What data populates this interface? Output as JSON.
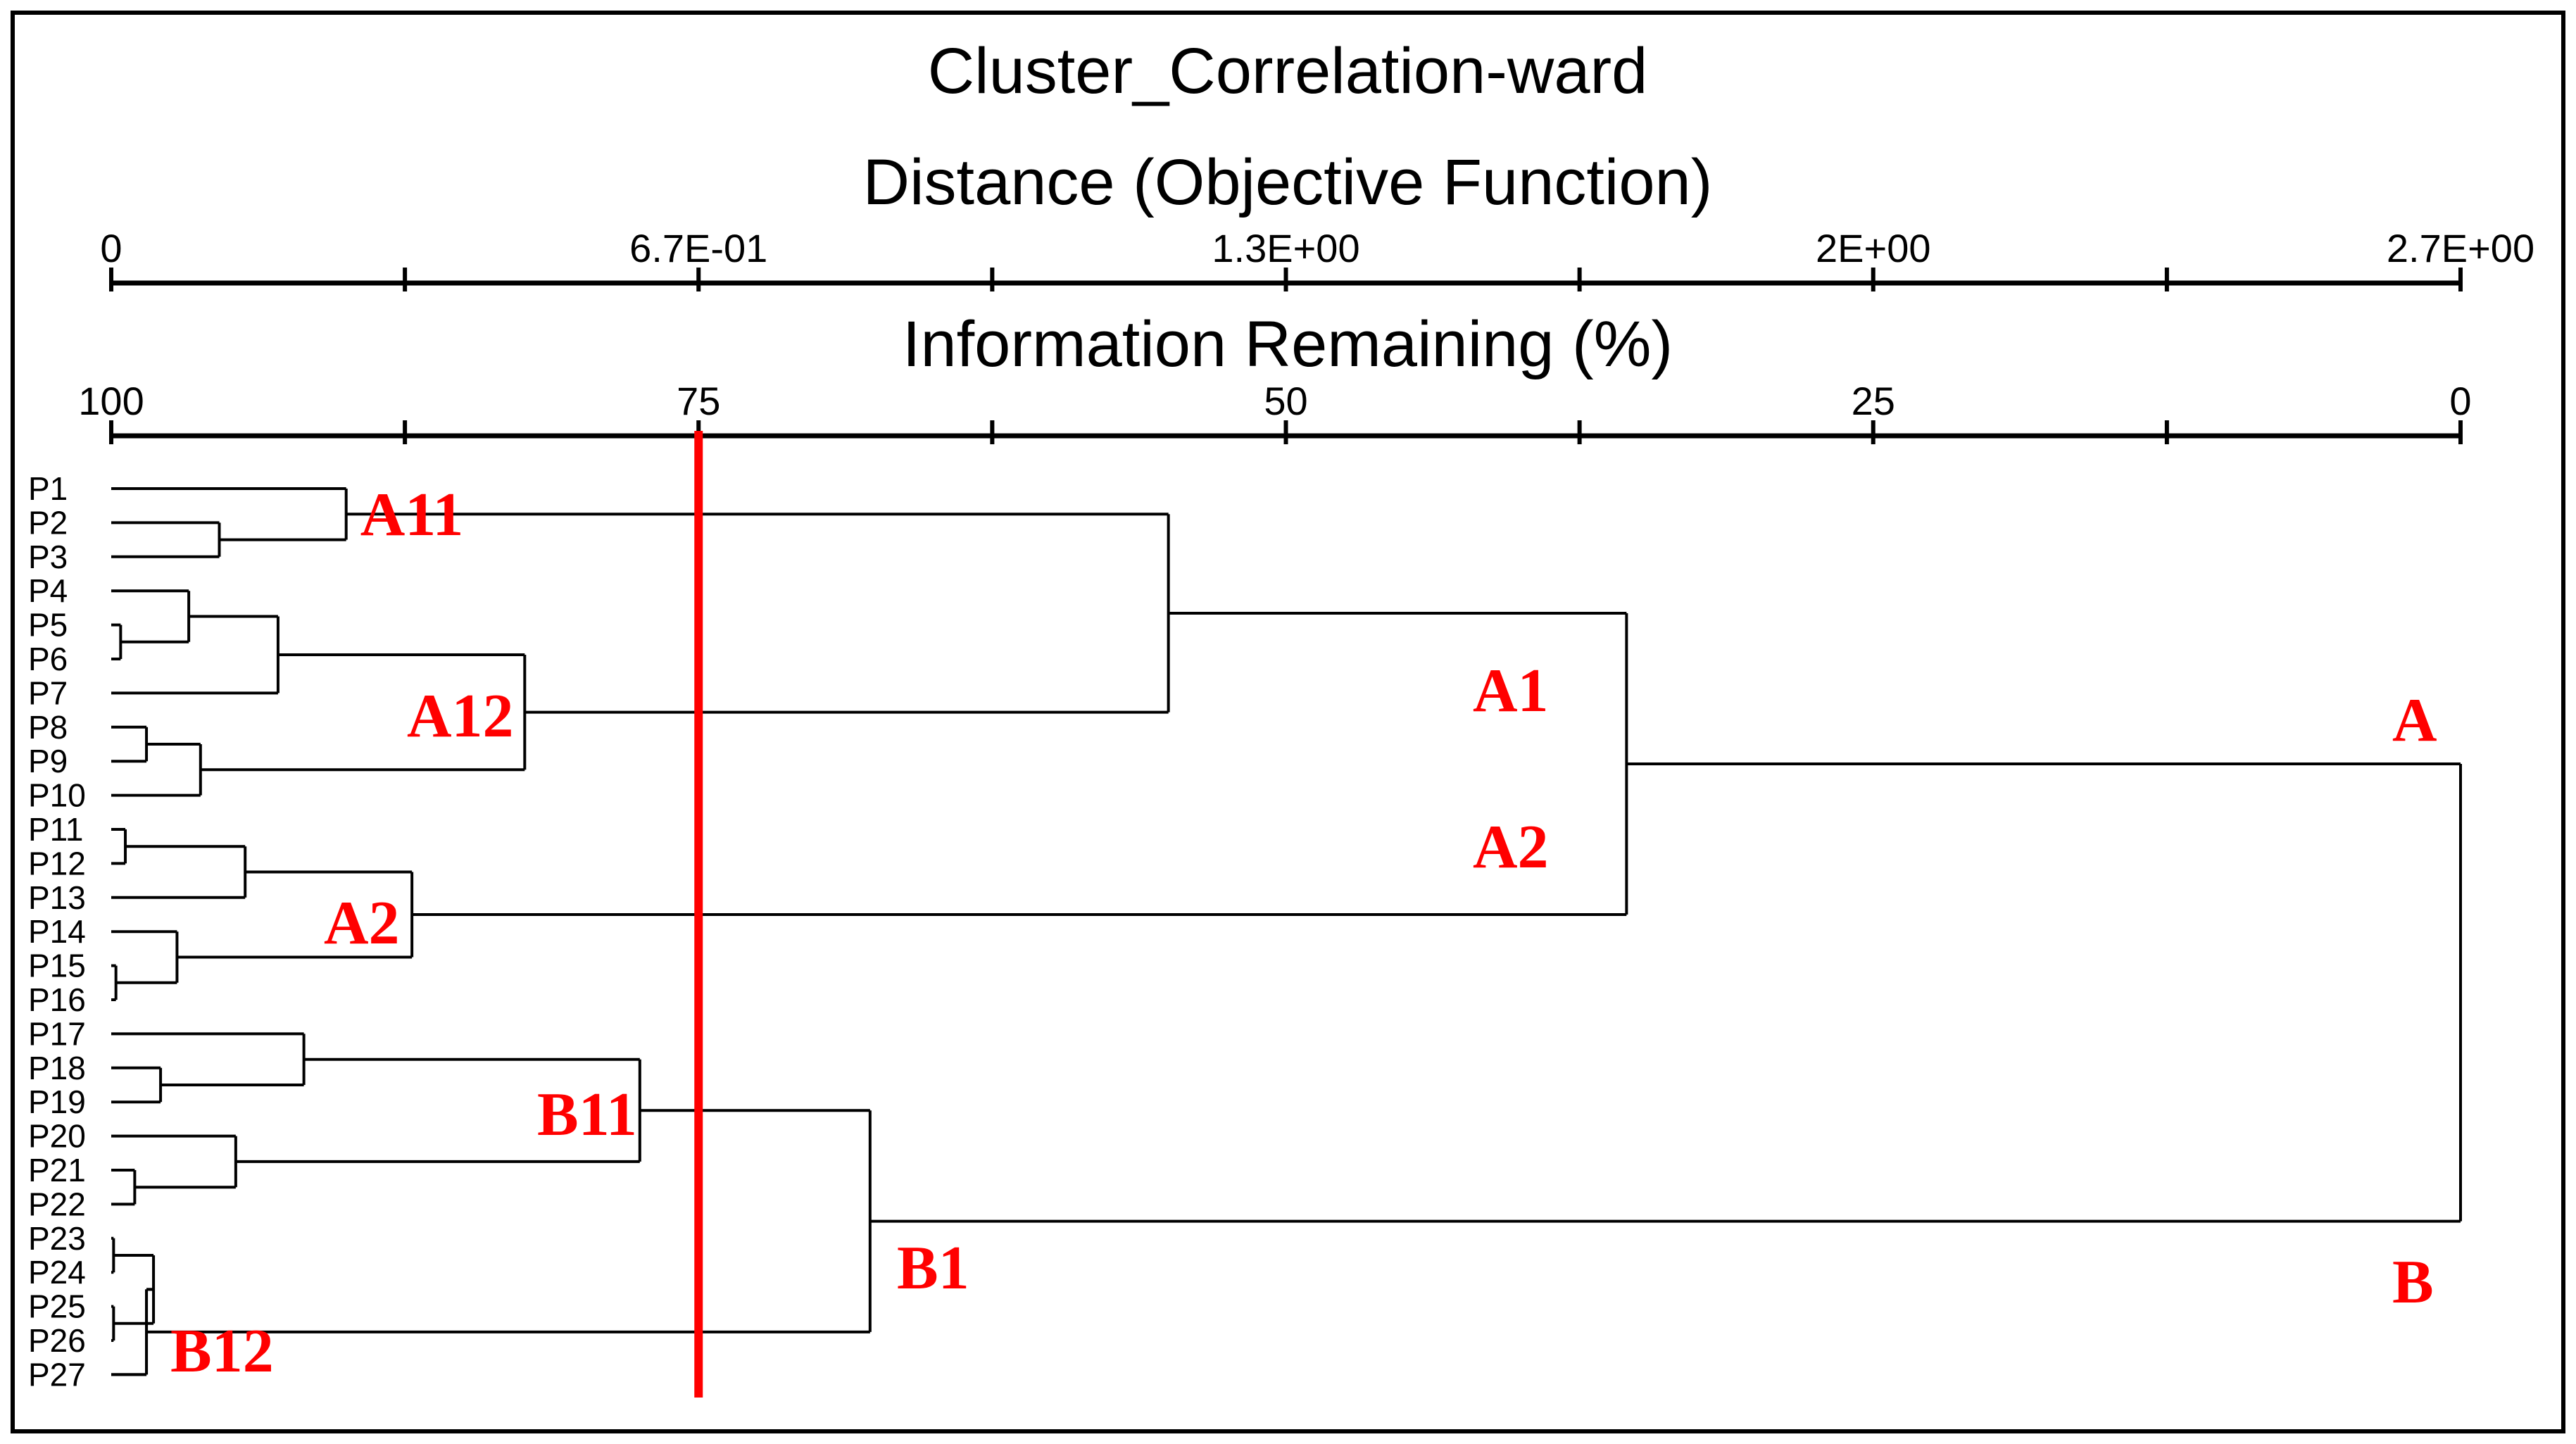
{
  "title": "Cluster_Correlation-ward",
  "distance_axis": {
    "title": "Distance (Objective Function)",
    "tick_labels": [
      {
        "pos": 100,
        "label": "0"
      },
      {
        "pos": 75,
        "label": "6.7E-01"
      },
      {
        "pos": 50,
        "label": "1.3E+00"
      },
      {
        "pos": 25,
        "label": "2E+00"
      },
      {
        "pos": 0,
        "label": "2.7E+00"
      }
    ],
    "ticks": [
      100,
      87.5,
      75,
      62.5,
      50,
      37.5,
      25,
      12.5,
      0
    ]
  },
  "info_axis": {
    "title": "Information Remaining (%)",
    "tick_labels": [
      {
        "pos": 100,
        "label": "100"
      },
      {
        "pos": 75,
        "label": "75"
      },
      {
        "pos": 50,
        "label": "50"
      },
      {
        "pos": 25,
        "label": "25"
      },
      {
        "pos": 0,
        "label": "0"
      }
    ],
    "ticks": [
      100,
      87.5,
      75,
      62.5,
      50,
      37.5,
      25,
      12.5,
      0
    ]
  },
  "leaves": [
    "P1",
    "P2",
    "P3",
    "P4",
    "P5",
    "P6",
    "P7",
    "P8",
    "P9",
    "P10",
    "P11",
    "P12",
    "P13",
    "P14",
    "P15",
    "P16",
    "P17",
    "P18",
    "P19",
    "P20",
    "P21",
    "P22",
    "P23",
    "P24",
    "P25",
    "P26",
    "P27"
  ],
  "merges": [
    {
      "id": "P2_P3",
      "children": [
        "P2",
        "P3"
      ],
      "info": 95.4
    },
    {
      "id": "A11",
      "children": [
        "P1",
        "P2_P3"
      ],
      "info": 90.0
    },
    {
      "id": "P5_P6",
      "children": [
        "P5",
        "P6"
      ],
      "info": 99.6
    },
    {
      "id": "P4_P56",
      "children": [
        "P4",
        "P5_P6"
      ],
      "info": 96.7
    },
    {
      "id": "P4_P7",
      "children": [
        "P4_P56",
        "P7"
      ],
      "info": 92.9
    },
    {
      "id": "P8_P9",
      "children": [
        "P8",
        "P9"
      ],
      "info": 98.5
    },
    {
      "id": "P8_P10",
      "children": [
        "P8_P9",
        "P10"
      ],
      "info": 96.2
    },
    {
      "id": "A12",
      "children": [
        "P4_P7",
        "P8_P10"
      ],
      "info": 82.4
    },
    {
      "id": "A1",
      "children": [
        "A11",
        "A12"
      ],
      "info": 55.0
    },
    {
      "id": "P11_P12",
      "children": [
        "P11",
        "P12"
      ],
      "info": 99.4
    },
    {
      "id": "P11_P13",
      "children": [
        "P11_P12",
        "P13"
      ],
      "info": 94.3
    },
    {
      "id": "P15_P16",
      "children": [
        "P15",
        "P16"
      ],
      "info": 99.8
    },
    {
      "id": "P14_P16",
      "children": [
        "P14",
        "P15_P16"
      ],
      "info": 97.2
    },
    {
      "id": "A2",
      "children": [
        "P11_P13",
        "P14_P16"
      ],
      "info": 87.2
    },
    {
      "id": "A",
      "children": [
        "A1",
        "A2"
      ],
      "info": 35.5
    },
    {
      "id": "P18_P19",
      "children": [
        "P18",
        "P19"
      ],
      "info": 97.9
    },
    {
      "id": "P17_P19",
      "children": [
        "P17",
        "P18_P19"
      ],
      "info": 91.8
    },
    {
      "id": "P21_P22",
      "children": [
        "P21",
        "P22"
      ],
      "info": 99.0
    },
    {
      "id": "P20_P22",
      "children": [
        "P20",
        "P21_P22"
      ],
      "info": 94.7
    },
    {
      "id": "B11",
      "children": [
        "P17_P19",
        "P20_P22"
      ],
      "info": 77.5
    },
    {
      "id": "P23_P24",
      "children": [
        "P23",
        "P24"
      ],
      "info": 99.9
    },
    {
      "id": "P25_P26",
      "children": [
        "P25",
        "P26"
      ],
      "info": 99.9
    },
    {
      "id": "P23_P26",
      "children": [
        "P23_P24",
        "P25_P26"
      ],
      "info": 98.2
    },
    {
      "id": "P23_P27",
      "children": [
        "P23_P26",
        "P27"
      ],
      "info": 98.5
    },
    {
      "id": "B12",
      "children": [
        "P23_P26",
        "P27"
      ],
      "info": 98.5
    },
    {
      "id": "B1",
      "children": [
        "B11",
        "B12"
      ],
      "info": 67.7
    },
    {
      "id": "root",
      "children": [
        "A",
        "B1"
      ],
      "info": 0.0
    }
  ],
  "cut_line": {
    "info": 75,
    "color": "#ff0000"
  },
  "cluster_labels": [
    {
      "text": "A11",
      "anchor": "A11",
      "color": "#ff0000"
    },
    {
      "text": "A12",
      "anchor": "A12",
      "color": "#ff0000"
    },
    {
      "text": "A2",
      "anchor": "A2",
      "color": "#ff0000"
    },
    {
      "text": "B11",
      "anchor": "B11",
      "color": "#ff0000"
    },
    {
      "text": "B12",
      "anchor": "B12",
      "color": "#ff0000"
    },
    {
      "text": "B1",
      "anchor": "B1",
      "color": "#ff0000"
    },
    {
      "text": "A1",
      "anchor": "A1",
      "color": "#ff0000"
    },
    {
      "text": "A2",
      "anchor": "A2-right",
      "color": "#ff0000"
    },
    {
      "text": "A",
      "anchor": "A-root",
      "color": "#ff0000"
    },
    {
      "text": "B",
      "anchor": "B-root",
      "color": "#ff0000"
    }
  ],
  "colors": {
    "line": "#000000",
    "label": "#ff0000",
    "border": "#000000"
  }
}
